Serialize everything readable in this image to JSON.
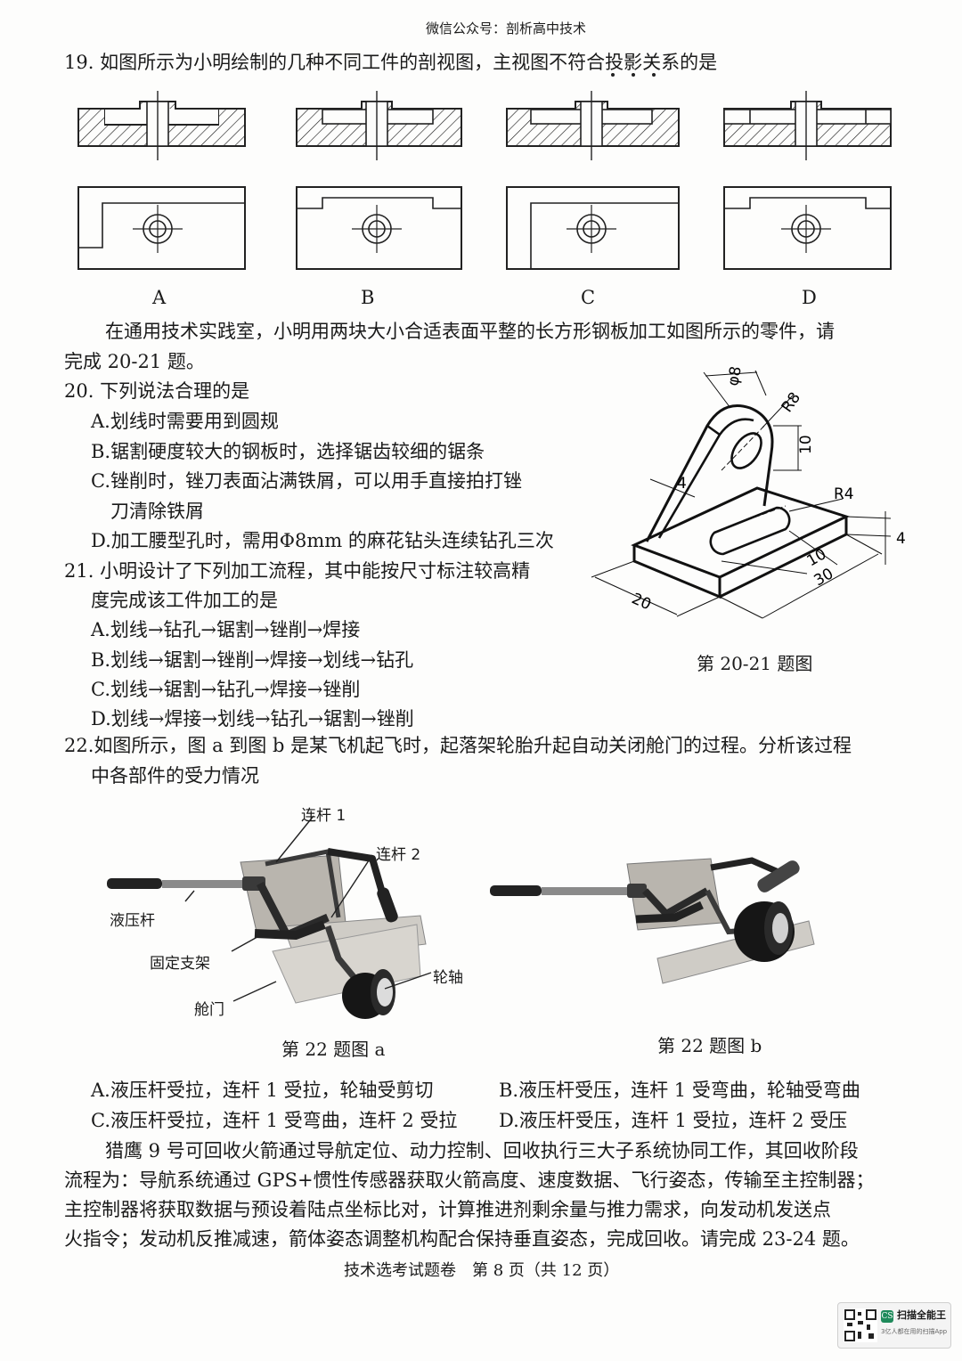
{
  "header": {
    "wechat": "微信公众号：剖析高中技术"
  },
  "q19": {
    "stem": "19. 如图所示为小明绘制的几种不同工件的剖视图，主视图不符合投影关系的是",
    "options": [
      "A",
      "B",
      "C",
      "D"
    ]
  },
  "intro20_21": {
    "line1": "在通用技术实践室，小明用两块大小合适表面平整的长方形钢板加工如图所示的零件，请",
    "line2": "完成 20-21 题。"
  },
  "q20": {
    "stem": "20. 下列说法合理的是",
    "A": "A.划线时需要用到圆规",
    "B": "B.锯割硬度较大的钢板时，选择锯齿较细的锯条",
    "C1": "C.锉削时，锉刀表面沾满铁屑，可以用手直接拍打锉",
    "C2": "刀清除铁屑",
    "D": "D.加工腰型孔时，需用Φ8mm 的麻花钻头连续钻孔三次"
  },
  "q21": {
    "stem1": "21. 小明设计了下列加工流程，其中能按尺寸标注较高精",
    "stem2": "度完成该工件加工的是",
    "A": "A.划线→钻孔→锯割→锉削→焊接",
    "B": "B.划线→锯割→锉削→焊接→划线→钻孔",
    "C": "C.划线→锯割→钻孔→焊接→锉削",
    "D": "D.划线→焊接→划线→钻孔→锯割→锉削"
  },
  "fig20_21": {
    "caption": "第 20-21 题图",
    "dims": {
      "phi8": "φ8",
      "r8": "R8",
      "d10a": "10",
      "d4a": "4",
      "r4": "R4",
      "d4b": "4",
      "d10b": "10",
      "d30": "30",
      "d20": "20"
    }
  },
  "q22": {
    "stem1": "22.如图所示，图 a 到图 b 是某飞机起飞时，起落架轮胎升起自动关闭舱门的过程。分析该过程",
    "stem2": "中各部件的受力情况",
    "labels": {
      "link1": "连杆 1",
      "link2": "连杆 2",
      "hydraulic": "液压杆",
      "bracket": "固定支架",
      "axle": "轮轴",
      "door": "舱门"
    },
    "caption_a": "第 22 题图 a",
    "caption_b": "第 22 题图 b",
    "A": "A.液压杆受拉，连杆 1 受拉，轮轴受剪切",
    "B": "B.液压杆受压，连杆 1 受弯曲，轮轴受弯曲",
    "C": "C.液压杆受拉，连杆 1 受弯曲，连杆 2 受拉",
    "D": "D.液压杆受压，连杆 1 受拉，连杆 2 受压"
  },
  "intro23_24": {
    "line1": "猎鹰 9 号可回收火箭通过导航定位、动力控制、回收执行三大子系统协同工作，其回收阶段",
    "line2": "流程为：导航系统通过 GPS+惯性传感器获取火箭高度、速度数据、飞行姿态，传输至主控制器；",
    "line3": "主控制器将获取数据与预设着陆点坐标比对，计算推进剂剩余量与推力需求，向发动机发送点",
    "line4": "火指令；发动机反推减速，箭体姿态调整机构配合保持垂直姿态，完成回收。请完成 23-24 题。"
  },
  "footer": {
    "page": "技术选考试题卷　第 8 页（共 12 页）"
  },
  "watermark": {
    "app": "扫描全能王",
    "tag": "3亿人都在用的扫描App"
  }
}
